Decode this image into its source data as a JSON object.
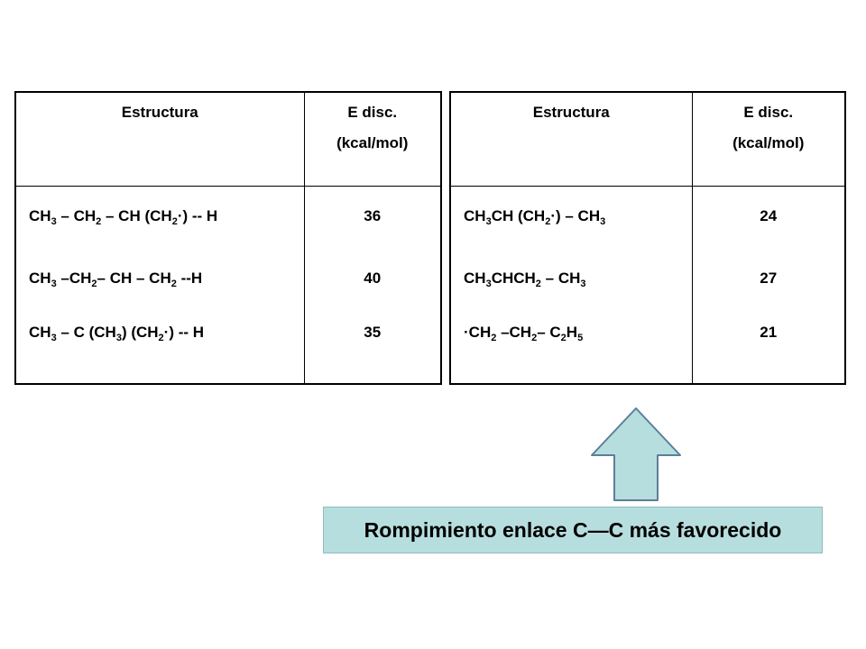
{
  "tables": [
    {
      "headers": {
        "structure": "Estructura",
        "energy_line1": "E disc.",
        "energy_line2": "(kcal/mol)"
      },
      "rows": [
        {
          "structure": [
            [
              "CH"
            ],
            [
              "3",
              "sub"
            ],
            [
              " – CH"
            ],
            [
              "2",
              "sub"
            ],
            [
              " – CH (CH"
            ],
            [
              "2",
              "sub"
            ],
            [
              "·) -- H"
            ]
          ],
          "energy": "36"
        },
        {
          "structure": [
            [
              "CH"
            ],
            [
              "3",
              "sub"
            ],
            [
              " –CH"
            ],
            [
              "2",
              "sub"
            ],
            [
              "– CH – CH"
            ],
            [
              "2",
              "sub"
            ],
            [
              " --H"
            ]
          ],
          "energy": "40"
        },
        {
          "structure": [
            [
              "CH"
            ],
            [
              "3",
              "sub"
            ],
            [
              " – C (CH"
            ],
            [
              "3",
              "sub"
            ],
            [
              ") (CH"
            ],
            [
              "2",
              "sub"
            ],
            [
              "·) -- H"
            ]
          ],
          "energy": "35"
        }
      ]
    },
    {
      "headers": {
        "structure": "Estructura",
        "energy_line1": "E disc.",
        "energy_line2": "(kcal/mol)"
      },
      "rows": [
        {
          "structure": [
            [
              "CH"
            ],
            [
              "3",
              "sub"
            ],
            [
              "CH (CH"
            ],
            [
              "2",
              "sub"
            ],
            [
              "·) – CH"
            ],
            [
              "3",
              "sub"
            ]
          ],
          "energy": "24"
        },
        {
          "structure": [
            [
              "CH"
            ],
            [
              "3",
              "sub"
            ],
            [
              "CHCH"
            ],
            [
              "2",
              "sub"
            ],
            [
              " – CH"
            ],
            [
              "3",
              "sub"
            ]
          ],
          "energy": "27"
        },
        {
          "structure": [
            [
              "·CH"
            ],
            [
              "2",
              "sub"
            ],
            [
              " –CH"
            ],
            [
              "2",
              "sub"
            ],
            [
              "– C"
            ],
            [
              "2",
              "sub"
            ],
            [
              "H"
            ],
            [
              "5",
              "sub"
            ]
          ],
          "energy": "21"
        }
      ]
    }
  ],
  "caption": "Rompimiento enlace C—C más favorecido",
  "colors": {
    "caption_bg": "#b7dede",
    "arrow_fill": "#b7dede",
    "arrow_stroke": "#5b7f9a"
  },
  "icons": {
    "arrow": "up-arrow-icon"
  }
}
